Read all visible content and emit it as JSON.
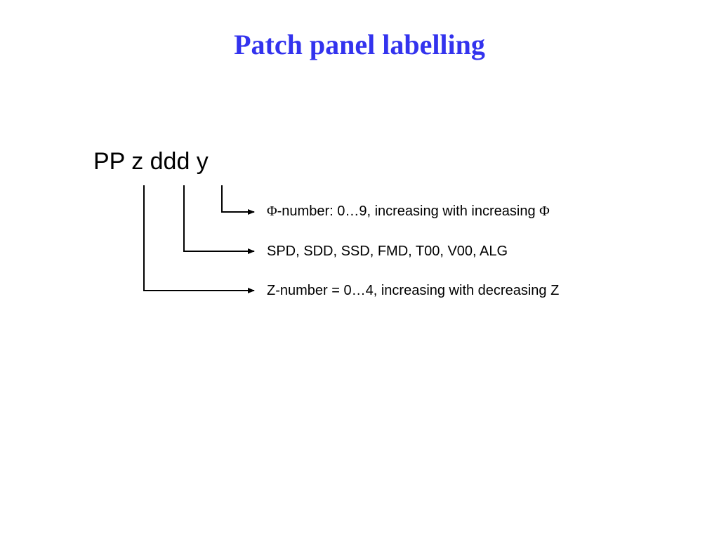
{
  "title": "Patch panel labelling",
  "accent_color": "#3333ee",
  "label_code": "PP z ddd y",
  "descriptions": {
    "phi": {
      "symbol": "Φ",
      "text": "-number: 0…9, increasing with increasing ",
      "symbol_end": "Φ"
    },
    "ddd": {
      "text": "SPD, SDD, SSD, FMD, T00, V00, ALG"
    },
    "z": {
      "text": "Z-number = 0…4, increasing with decreasing Z"
    }
  }
}
